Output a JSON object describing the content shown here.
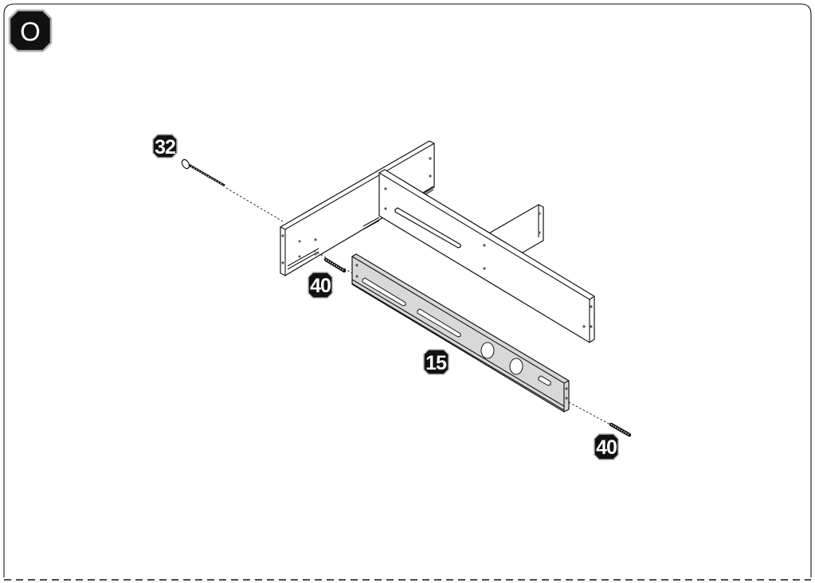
{
  "step": {
    "letter": "O"
  },
  "callouts": {
    "screw_32": "32",
    "dowel_40_left": "40",
    "part_15": "15",
    "dowel_40_right": "40"
  },
  "colors": {
    "badge": "#111111",
    "badge_outline": "#b0b0b0",
    "line": "#111111",
    "part_fill": "#d8d8d8"
  }
}
